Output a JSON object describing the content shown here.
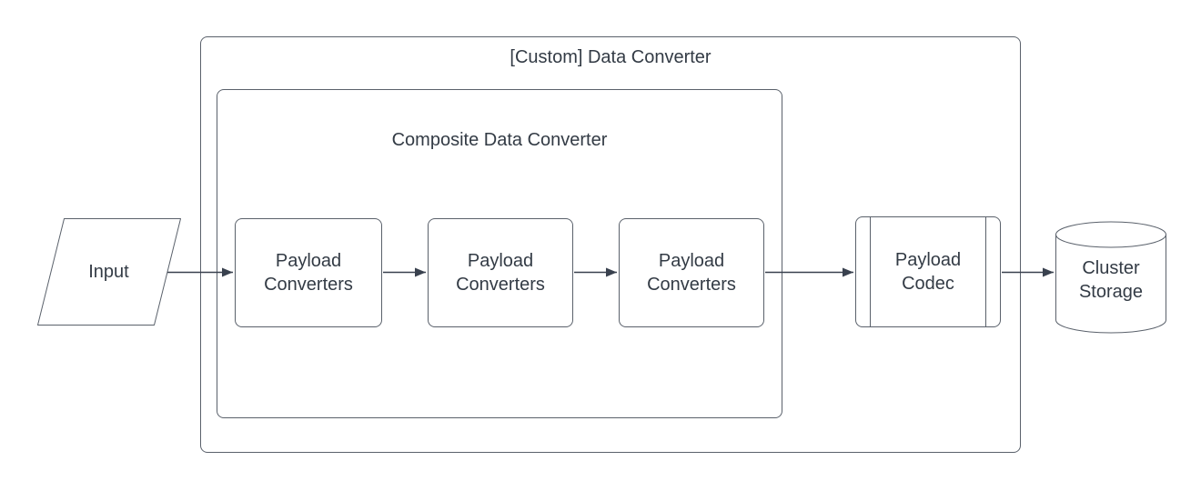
{
  "colors": {
    "background": "#ffffff",
    "shape_stroke": "#5a616b",
    "arrow_stroke": "#39414e",
    "text": "#333b45"
  },
  "diagram": {
    "outer_container": {
      "label": "[Custom] Data Converter"
    },
    "composite_container": {
      "label": "Composite Data Converter"
    },
    "input": {
      "label": "Input",
      "shape": "parallelogram"
    },
    "payload_converters": [
      {
        "label": "Payload Converters"
      },
      {
        "label": "Payload Converters"
      },
      {
        "label": "Payload Converters"
      }
    ],
    "payload_codec": {
      "label": "Payload Codec",
      "shape": "predefined-process"
    },
    "cluster_storage": {
      "label": "Cluster Storage",
      "shape": "cylinder"
    },
    "connections": [
      {
        "from": "Input",
        "to": "Payload Converters 1"
      },
      {
        "from": "Payload Converters 1",
        "to": "Payload Converters 2"
      },
      {
        "from": "Payload Converters 2",
        "to": "Payload Converters 3"
      },
      {
        "from": "Payload Converters 3",
        "to": "Payload Codec"
      },
      {
        "from": "Payload Codec",
        "to": "Cluster Storage"
      }
    ]
  }
}
